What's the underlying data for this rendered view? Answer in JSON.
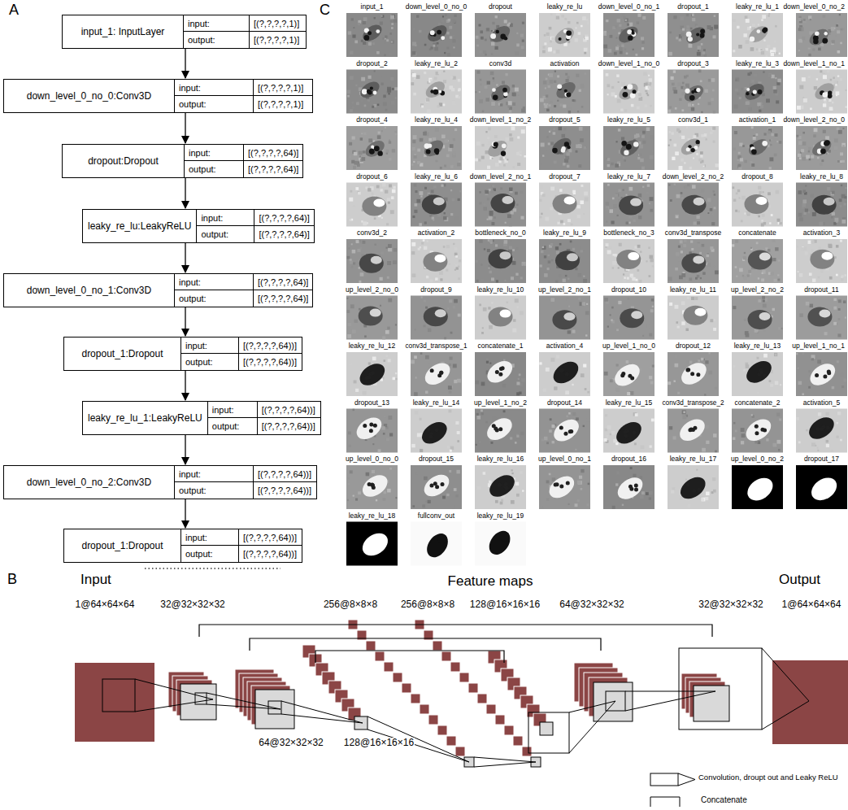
{
  "diagram": {
    "nodes": [
      {
        "text": [
          "input_1: InputLayer",
          "input:",
          "[(?,?,?,?,1)]",
          "output:",
          "[(?,?,?,?,1)]"
        ]
      },
      {
        "text": [
          "down_level_0_no_0:Conv3D",
          "input:",
          "[(?,?,?,?,1)]",
          "output:",
          "[(?,?,?,?,1)]"
        ]
      },
      {
        "text": [
          "dropout:Dropout",
          "input:",
          "[(?,?,?,?,64)]",
          "output:",
          "[(?,?,?,?,64)]"
        ]
      },
      {
        "text": [
          "leaky_re_lu:LeakyReLU",
          "input:",
          "[(?,?,?,?,64)]",
          "output:",
          "[(?,?,?,?,64)]"
        ]
      },
      {
        "text": [
          "down_level_0_no_1:Conv3D",
          "input:",
          "[(?,?,?,?,64)]",
          "output:",
          "[(?,?,?,?,64)]"
        ]
      },
      {
        "text": [
          "dropout_1:Dropout",
          "input:",
          "[(?,?,?,?,64))]",
          "output:",
          "[(?,?,?,?,64))]"
        ]
      },
      {
        "text": [
          "leaky_re_lu_1:LeakyReLU",
          "input:",
          "[(?,?,?,?,64))]",
          "output:",
          "[(?,?,?,?,64))]"
        ]
      },
      {
        "text": [
          "down_level_0_no_2:Conv3D",
          "input:",
          "[(?,?,?,?,64))]",
          "output:",
          "[(?,?,?,?,64))]"
        ]
      },
      {
        "text": [
          "dropout_1:Dropout",
          "input:",
          "[(?,?,?,?,64))]",
          "output:",
          "[(?,?,?,?,64))]"
        ]
      }
    ],
    "edges": [
      {
        "from": 0,
        "to": 1,
        "arrow": "to"
      },
      {
        "from": 1,
        "to": 2,
        "arrow": "to"
      },
      {
        "from": 2,
        "to": 3,
        "arrow": "to"
      },
      {
        "from": 3,
        "to": 4,
        "arrow": "to"
      },
      {
        "from": 4,
        "to": 5,
        "arrow": "to"
      },
      {
        "from": 5,
        "to": 6,
        "arrow": "to"
      },
      {
        "from": 6,
        "to": 7,
        "arrow": "to"
      },
      {
        "from": 7,
        "to": 8,
        "arrow": "to"
      }
    ],
    "labels": [
      "A",
      "B",
      "C",
      "input_1",
      "down_level_0_no_0",
      "dropout",
      "leaky_re_lu",
      "down_level_0_no_1",
      "dropout_1",
      "leaky_re_lu_1",
      "down_level_0_no_2",
      "dropout_2",
      "leaky_re_lu_2",
      "conv3d",
      "activation",
      "down_level_1_no_0",
      "dropout_3",
      "leaky_re_lu_3",
      "down_level_1_no_1",
      "dropout_4",
      "leaky_re_lu_4",
      "down_level_1_no_2",
      "dropout_5",
      "leaky_re_lu_5",
      "conv3d_1",
      "activation_1",
      "down_level_2_no_0",
      "dropout_6",
      "leaky_re_lu_6",
      "down_level_2_no_1",
      "dropout_7",
      "leaky_re_lu_7",
      "down_level_2_no_2",
      "dropout_8",
      "leaky_re_lu_8",
      "conv3d_2",
      "activation_2",
      "bottleneck_no_0",
      "leaky_re_lu_9",
      "bottleneck_no_3",
      "conv3d_transpose",
      "concatenate",
      "activation_3",
      "up_level_2_no_0",
      "dropout_9",
      "leaky_re_lu_10",
      "up_level_2_no_1",
      "dropout_10",
      "leaky_re_lu_11",
      "up_level_2_no_2",
      "dropout_11",
      "leaky_re_lu_12",
      "conv3d_transpose_1",
      "concatenate_1",
      "activation_4",
      "up_level_1_no_0",
      "dropout_12",
      "leaky_re_lu_13",
      "up_level_1_no_1",
      "dropout_13",
      "leaky_re_lu_14",
      "up_level_1_no_2",
      "dropout_14",
      "leaky_re_lu_15",
      "conv3d_transpose_2",
      "concatenate_2",
      "activation_5",
      "up_level_0_no_0",
      "dropout_15",
      "leaky_re_lu_16",
      "up_level_0_no_1",
      "dropout_16",
      "leaky_re_lu_17",
      "up_level_0_no_2",
      "dropout_17",
      "leaky_re_lu_18",
      "fullconv_out",
      "leaky_re_lu_19",
      "Input",
      "Feature maps",
      "Output",
      "1@64×64×64",
      "32@32×32×32",
      "256@8×8×8",
      "256@8×8×8",
      "128@16×16×16",
      "64@32×32×32",
      "32@32×32×32",
      "1@64×64×64",
      "64@32×32×32",
      "128@16×16×16"
    ],
    "legend": [
      {
        "text": "Convolution, droupt out and Leaky ReLU"
      },
      {
        "text": "Concatenate"
      }
    ]
  }
}
